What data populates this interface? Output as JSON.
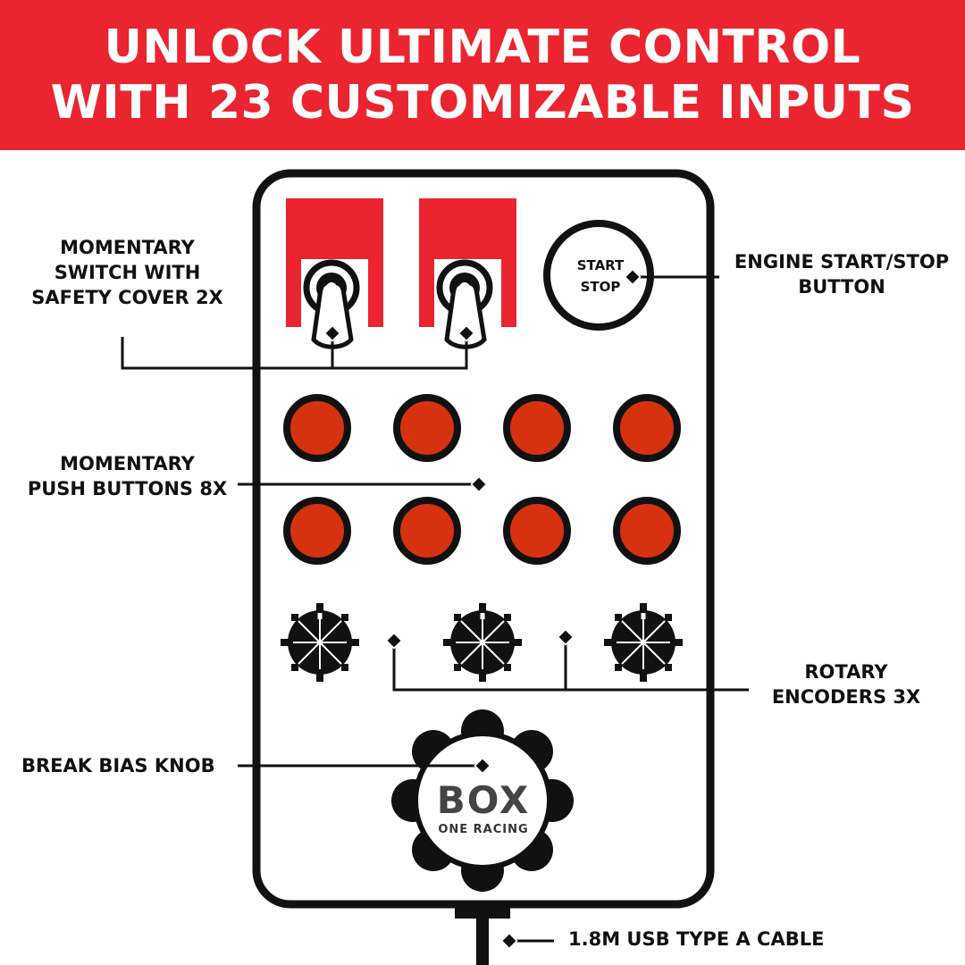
{
  "header": {
    "line1": "UNLOCK ULTIMATE CONTROL",
    "line2": "WITH 23 CUSTOMIZABLE INPUTS"
  },
  "callouts": {
    "switch": [
      "MOMENTARY",
      "SWITCH WITH",
      "SAFETY COVER 2X"
    ],
    "engine": [
      "ENGINE START/STOP",
      "BUTTON"
    ],
    "push": [
      "MOMENTARY",
      "PUSH BUTTONS 8X"
    ],
    "rotary": [
      "ROTARY",
      "ENCODERS 3X"
    ],
    "bias": "BREAK BIAS KNOB",
    "cable": "1.8M USB TYPE A CABLE"
  },
  "device": {
    "start_button": [
      "START",
      "STOP"
    ],
    "brand": "BOX",
    "brand_sub": "ONE RACING"
  },
  "colors": {
    "banner": "#ea2530",
    "switch_cover": "#ea2530",
    "push_button": "#d7320f",
    "outline": "#111111"
  },
  "icons": [
    "toggle-switch-icon",
    "push-button-icon",
    "rotary-encoder-icon",
    "bias-knob-icon",
    "usb-cable-icon"
  ]
}
